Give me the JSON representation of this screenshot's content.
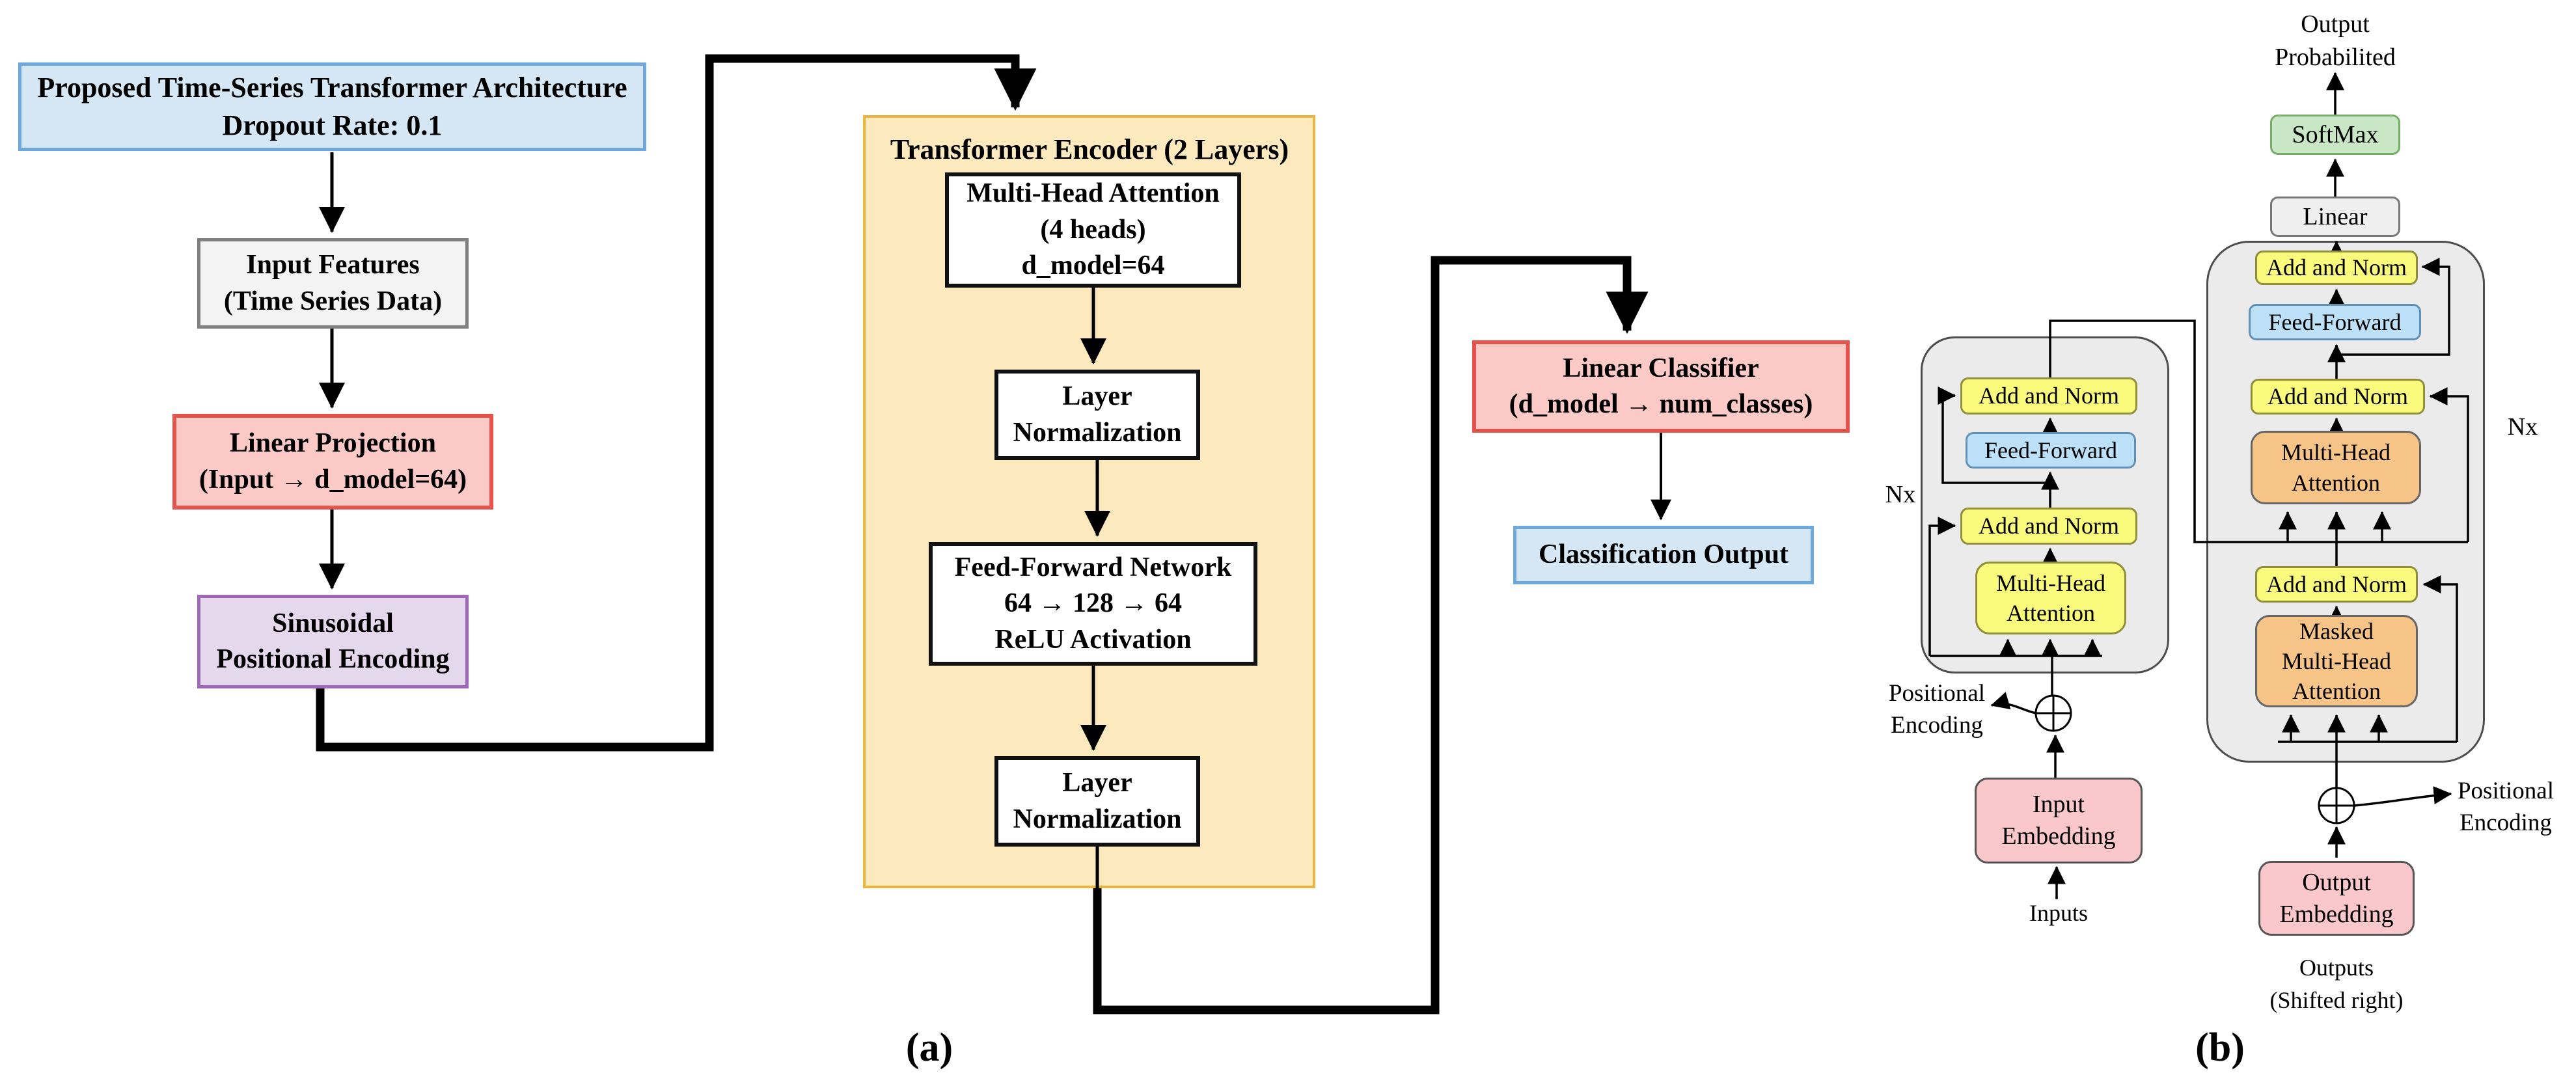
{
  "figure": {
    "caption_a": "(a)",
    "caption_b": "(b)"
  },
  "panel_a": {
    "title_box": {
      "line1": "Proposed Time-Series Transformer Architecture",
      "line2": "Dropout Rate: 0.1"
    },
    "input_features": {
      "line1": "Input Features",
      "line2": "(Time Series Data)"
    },
    "linear_projection": {
      "line1": "Linear Projection",
      "line2": "(Input → d_model=64)"
    },
    "positional_encoding": {
      "line1": "Sinusoidal",
      "line2": "Positional Encoding"
    },
    "encoder": {
      "title": "Transformer Encoder (2 Layers)",
      "mha": {
        "line1": "Multi-Head Attention",
        "line2": "(4 heads)",
        "line3": "d_model=64"
      },
      "layer_norm_1": {
        "line1": "Layer",
        "line2": "Normalization"
      },
      "ffn": {
        "line1": "Feed-Forward Network",
        "line2": "64 → 128 → 64",
        "line3": "ReLU Activation"
      },
      "layer_norm_2": {
        "line1": "Layer",
        "line2": "Normalization"
      }
    },
    "linear_classifier": {
      "line1": "Linear Classifier",
      "line2": "(d_model → num_classes)"
    },
    "classification_output": {
      "label": "Classification Output"
    }
  },
  "panel_b": {
    "output_probabilities": {
      "line1": "Output",
      "line2": "Probabilited"
    },
    "softmax_label": "SoftMax",
    "linear_label": "Linear",
    "encoder_stack": {
      "add_norm_1": "Add and Norm",
      "feed_forward": "Feed-Forward",
      "add_norm_2": "Add and Norm",
      "mha": {
        "line1": "Multi-Head",
        "line2": "Attention"
      },
      "nx": "Nx"
    },
    "decoder_stack": {
      "add_norm_1": "Add and Norm",
      "feed_forward": "Feed-Forward",
      "add_norm_2": "Add and Norm",
      "mha": {
        "line1": "Multi-Head",
        "line2": "Attention"
      },
      "add_norm_3": "Add and Norm",
      "masked_mha": {
        "line1": "Masked",
        "line2": "Multi-Head",
        "line3": "Attention"
      },
      "nx": "Nx"
    },
    "positional_encoding_left": {
      "line1": "Positional",
      "line2": "Encoding"
    },
    "positional_encoding_right": {
      "line1": "Positional",
      "line2": "Encoding"
    },
    "input_embedding": {
      "line1": "Input",
      "line2": "Embedding"
    },
    "output_embedding": {
      "line1": "Output",
      "line2": "Embedding"
    },
    "inputs_label": "Inputs",
    "outputs_label": {
      "line1": "Outputs",
      "line2": "(Shifted right)"
    }
  },
  "colors": {
    "panel_a_blue_fill": "#D5E6F4",
    "panel_a_blue_border": "#6FA8DC",
    "panel_a_gray_fill": "#F3F3F3",
    "panel_a_gray_border": "#7F7F7F",
    "panel_a_red_fill": "#FBC9C6",
    "panel_a_red_border": "#E4534C",
    "panel_a_purple_fill": "#E5D8ED",
    "panel_a_purple_border": "#A069B8",
    "panel_a_encoder_fill": "#FCE9BE",
    "panel_a_encoder_border": "#E9B53E",
    "b_yellow": "#FAFA7D",
    "b_blue": "#BCE0F7",
    "b_orange": "#F7C488",
    "b_pink": "#FAC7CB",
    "b_green": "#C9E7C4",
    "b_gray": "#EFEFEF",
    "b_container": "#EBEBEB",
    "arrow": "#000000"
  }
}
